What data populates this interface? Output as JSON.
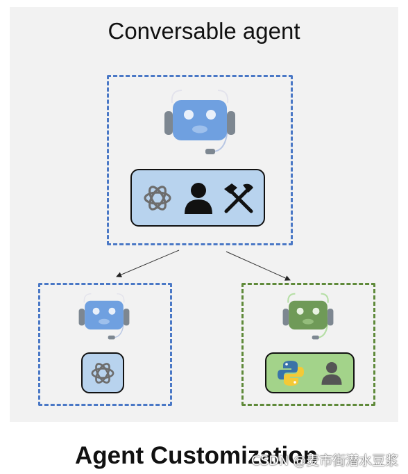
{
  "title": "Conversable agent",
  "caption": "Agent Customization",
  "watermark": "CSDN @麦市街潜水豆浆",
  "agents": {
    "top": {
      "border_color": "#4a78c6",
      "robot_color": "#6fa0e0",
      "capabilities": [
        "openai-logo-icon",
        "human-icon",
        "tools-icon"
      ]
    },
    "left": {
      "border_color": "#4a78c6",
      "robot_color": "#6fa0e0",
      "capabilities": [
        "openai-logo-icon"
      ]
    },
    "right": {
      "border_color": "#5f8a3a",
      "robot_color": "#6f9a58",
      "capabilities": [
        "python-logo-icon",
        "human-icon"
      ]
    }
  }
}
